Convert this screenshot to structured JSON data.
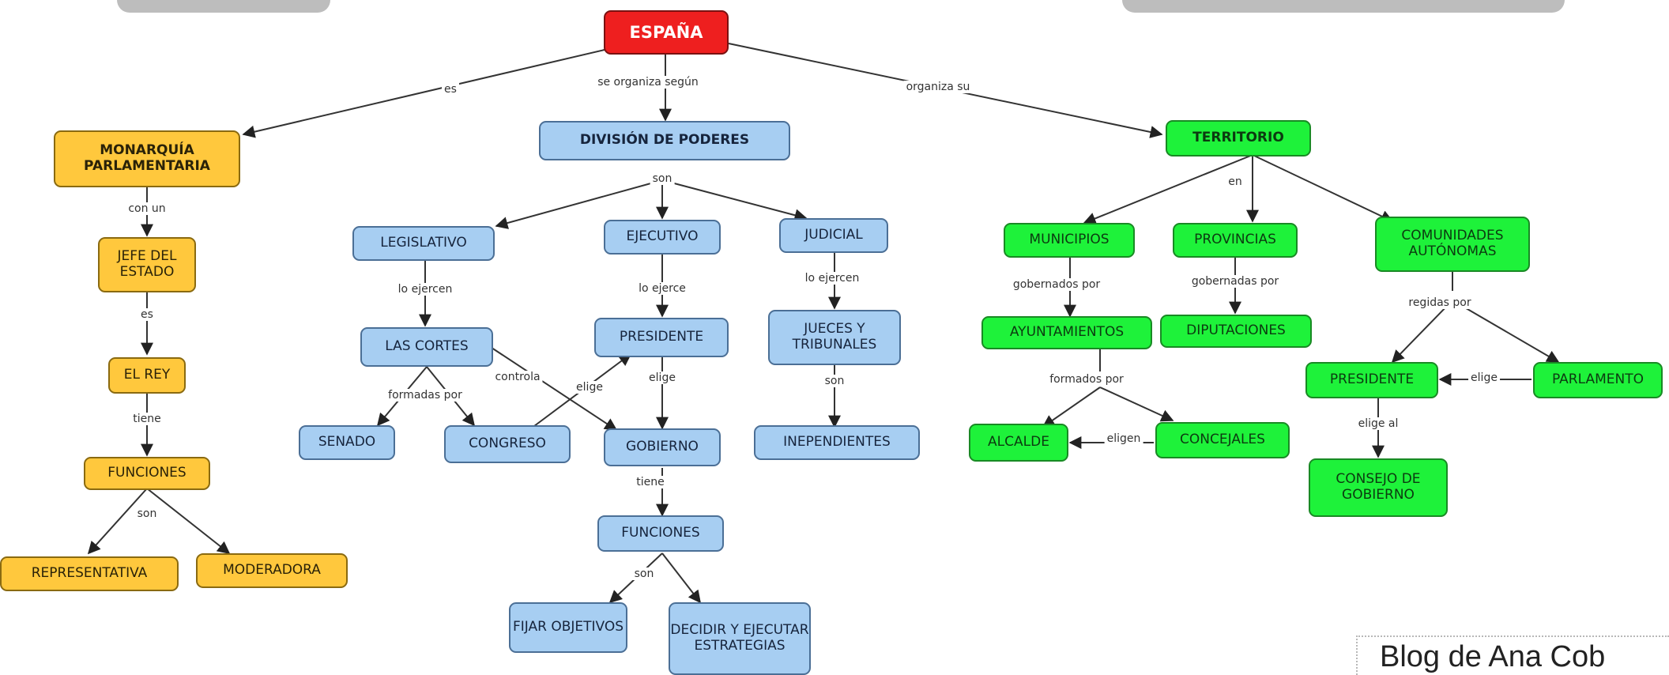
{
  "map": {
    "root": "ESPAÑA",
    "links": {
      "es": "es",
      "se_organiza_segun": "se organiza según",
      "organiza_su": "organiza su",
      "con_un": "con un",
      "es2": "es",
      "tiene": "tiene",
      "son": "son",
      "son_poderes": "son",
      "lo_ejercen_leg": "lo ejercen",
      "lo_ejerce": "lo ejerce",
      "lo_ejercen_jud": "lo ejercen",
      "formadas_por": "formadas por",
      "controla": "controla",
      "elige_congreso": "elige",
      "elige_presidente": "elige",
      "tiene_gob": "tiene",
      "son_jueces": "son",
      "son_funciones": "son",
      "en": "en",
      "gobernados_por": "gobernados por",
      "gobernadas_por": "gobernadas por",
      "regidas_por": "regidas por",
      "elige_parlamento": "elige",
      "formados_por": "formados por",
      "eligen": "eligen",
      "elige_al": "elige al"
    },
    "monarquia": {
      "title": "MONARQUÍA PARLAMENTARIA",
      "jefe": "JEFE DEL ESTADO",
      "rey": "EL REY",
      "funciones": "FUNCIONES",
      "representativa": "REPRESENTATIVA",
      "moderadora": "MODERADORA"
    },
    "poderes": {
      "title": "DIVISIÓN DE PODERES",
      "legislativo": "LEGISLATIVO",
      "ejecutivo": "EJECUTIVO",
      "judicial": "JUDICIAL",
      "cortes": "LAS CORTES",
      "senado": "SENADO",
      "congreso": "CONGRESO",
      "presidente": "PRESIDENTE",
      "gobierno": "GOBIERNO",
      "jueces": "JUECES Y TRIBUNALES",
      "inependientes": "INEPENDIENTES",
      "funciones": "FUNCIONES",
      "fijar": "FIJAR OBJETIVOS",
      "decidir": "DECIDIR Y EJECUTAR ESTRATEGIAS"
    },
    "territorio": {
      "title": "TERRITORIO",
      "municipios": "MUNICIPIOS",
      "provincias": "PROVINCIAS",
      "comunidades": "COMUNIDADES AUTÓNOMAS",
      "ayuntamientos": "AYUNTAMIENTOS",
      "diputaciones": "DIPUTACIONES",
      "presidente": "PRESIDENTE",
      "parlamento": "PARLAMENTO",
      "alcalde": "ALCALDE",
      "concejales": "CONCEJALES",
      "consejo": "CONSEJO DE GOBIERNO"
    }
  },
  "colors": {
    "root": "#ee1f1f",
    "monarquia": "#ffc83d",
    "poderes": "#a7cef2",
    "territorio": "#1ef23a"
  },
  "watermark": "Blog de Ana Cob"
}
